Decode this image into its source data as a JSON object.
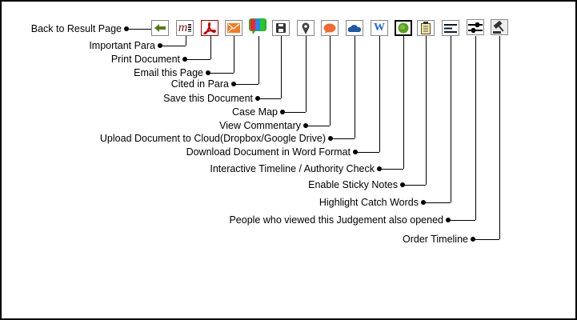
{
  "items": [
    {
      "label": "Back to Result Page",
      "icon": "back-arrow-icon"
    },
    {
      "label": "Important Para",
      "icon": "important-para-icon"
    },
    {
      "label": "Print Document",
      "icon": "pdf-icon"
    },
    {
      "label": "Email this Page",
      "icon": "email-icon"
    },
    {
      "label": "Cited in Para",
      "icon": "cited-in-para-icon"
    },
    {
      "label": "Save this Document",
      "icon": "save-icon"
    },
    {
      "label": "Case Map",
      "icon": "map-pin-icon"
    },
    {
      "label": "View Commentary",
      "icon": "comment-bubble-icon"
    },
    {
      "label": "Upload Document to Cloud(Dropbox/Google Drive)",
      "icon": "cloud-icon"
    },
    {
      "label": "Download Document in Word Format",
      "icon": "word-icon"
    },
    {
      "label": "Interactive Timeline / Authority Check",
      "icon": "green-circle-icon"
    },
    {
      "label": "Enable Sticky Notes",
      "icon": "sticky-notes-icon"
    },
    {
      "label": "Highlight Catch Words",
      "icon": "highlight-lines-icon"
    },
    {
      "label": "People who viewed this Judgement also opened",
      "icon": "sliders-icon"
    },
    {
      "label": "Order Timeline",
      "icon": "gavel-icon"
    }
  ],
  "important_para_glyph": "m",
  "word_glyph": "W",
  "colors": {
    "back": "#5a7a1a",
    "important": "#8b1a1a",
    "pdf": "#c00000",
    "email": "#f47a20",
    "comment": "#f26a2e",
    "cloud": "#1a5aa8",
    "word": "#1a6ae0",
    "green": "#5aa020"
  }
}
